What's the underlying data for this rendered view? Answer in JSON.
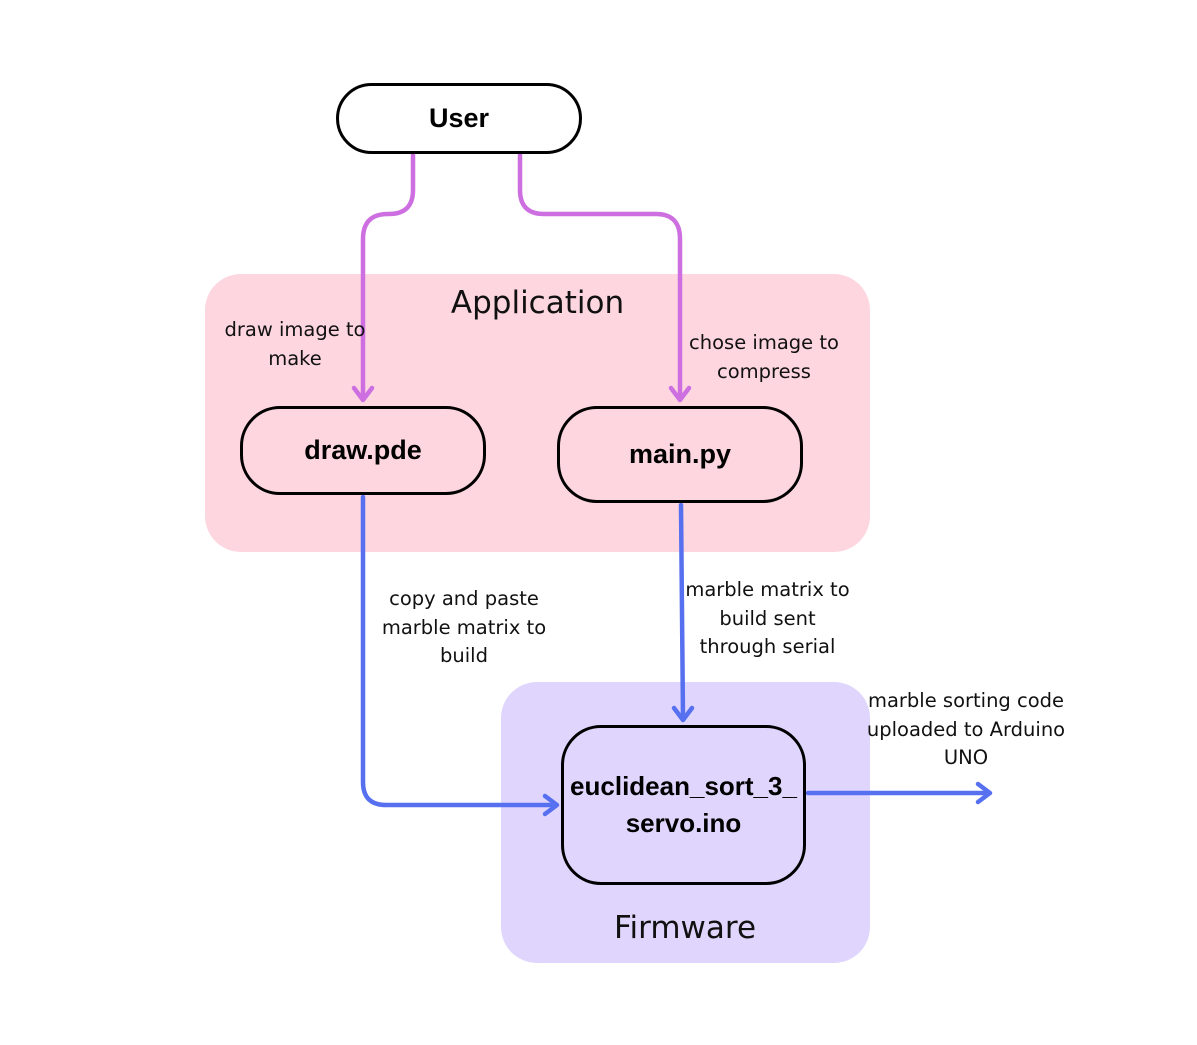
{
  "groups": {
    "application": {
      "title": "Application",
      "color": "#fdd6e0"
    },
    "firmware": {
      "title": "Firmware",
      "color": "#e0d6fd"
    }
  },
  "nodes": {
    "user": "User",
    "draw": "draw.pde",
    "main": "main.py",
    "ino": "euclidean_sort_3_servo.ino"
  },
  "edges": {
    "user_to_draw": "draw image to make",
    "user_to_main": "chose image to compress",
    "draw_to_ino": "copy and paste marble matrix to build",
    "main_to_ino": "marble matrix to build sent through serial",
    "ino_out": "marble sorting code uploaded to Arduino UNO"
  },
  "colors": {
    "user_arrows": "#cd6fe0",
    "data_arrows": "#5670f0"
  }
}
